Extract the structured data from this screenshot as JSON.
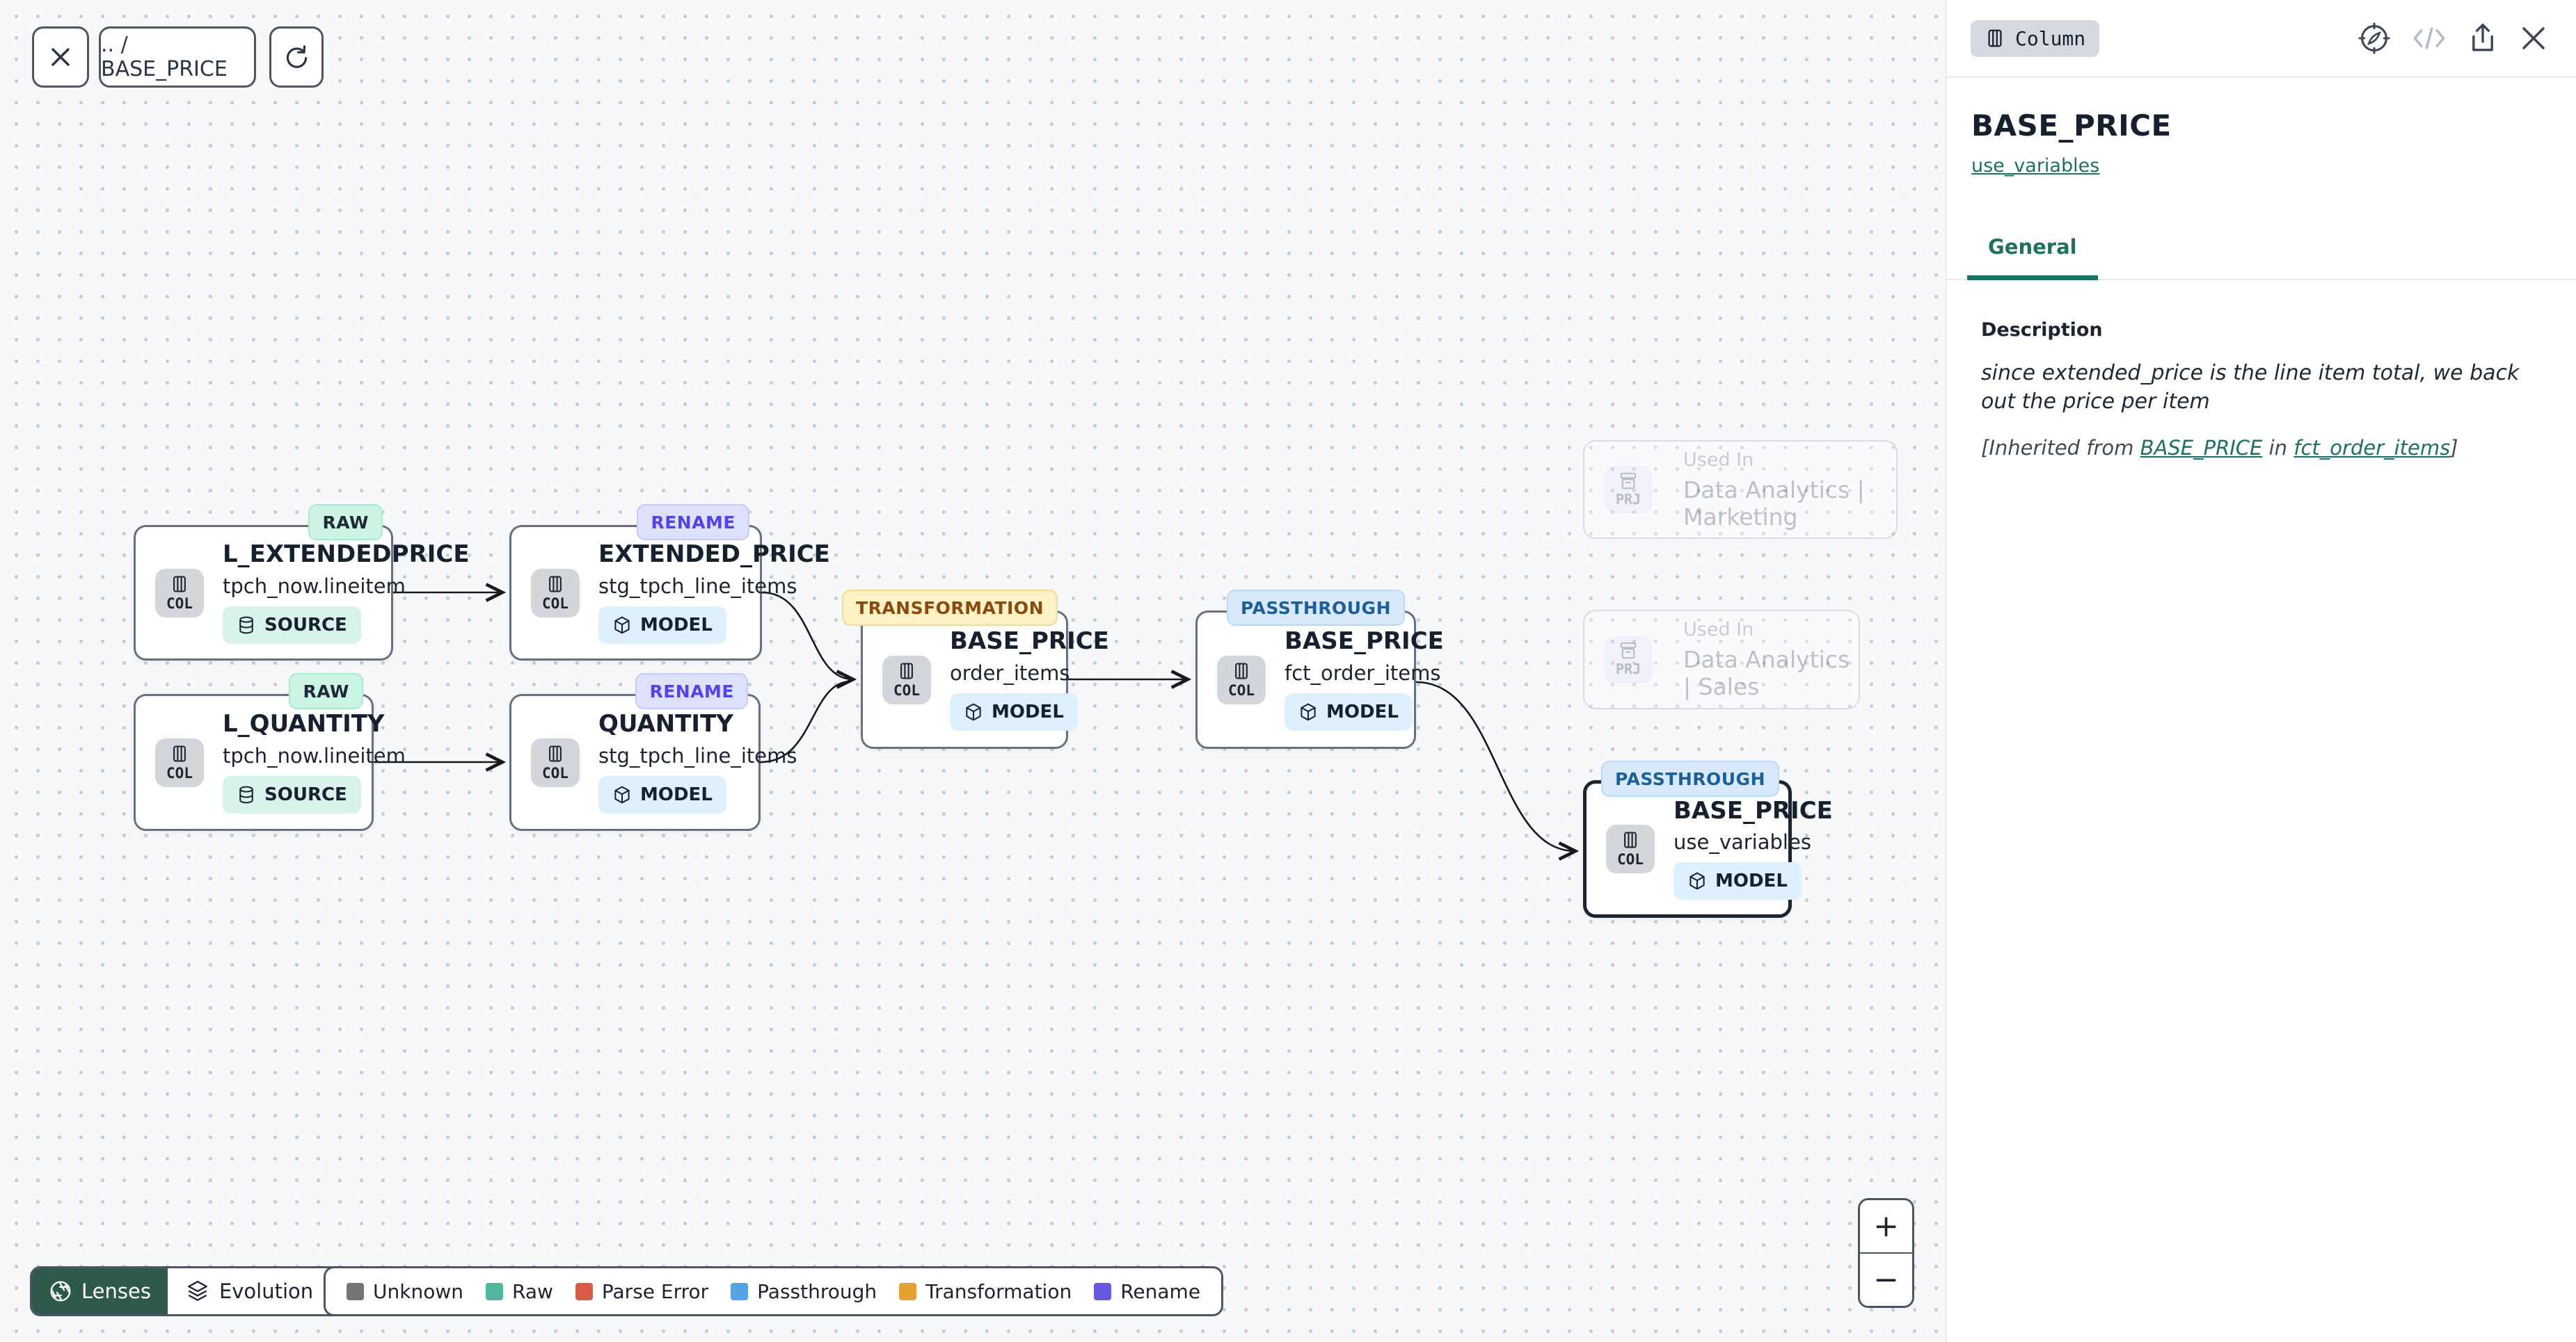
{
  "toolbar": {
    "breadcrumb": ".. / BASE_PRICE",
    "close_icon": "close-icon",
    "refresh_icon": "refresh-icon"
  },
  "panel": {
    "kind_chip": "Column",
    "title": "BASE_PRICE",
    "model_link": "use_variables",
    "tabs": [
      {
        "label": "General",
        "active": true
      }
    ],
    "header_icons": [
      "compass-icon",
      "code-icon",
      "share-icon",
      "close-icon"
    ],
    "description": {
      "heading": "Description",
      "text": "since extended_price is the line item total, we back out the price per item",
      "inherited_prefix": "[Inherited from ",
      "inherited_link_column": "BASE_PRICE",
      "inherited_mid": " in ",
      "inherited_link_model": "fct_order_items",
      "inherited_suffix": "]"
    }
  },
  "nodes": [
    {
      "title": "L_EXTENDEDPRICE",
      "subtitle": "tpch_now.lineitem",
      "badge": "RAW",
      "chip": "COL",
      "type": "SOURCE"
    },
    {
      "title": "EXTENDED_PRICE",
      "subtitle": "stg_tpch_line_items",
      "badge": "RENAME",
      "chip": "COL",
      "type": "MODEL"
    },
    {
      "title": "L_QUANTITY",
      "subtitle": "tpch_now.lineitem",
      "badge": "RAW",
      "chip": "COL",
      "type": "SOURCE"
    },
    {
      "title": "QUANTITY",
      "subtitle": "stg_tpch_line_items",
      "badge": "RENAME",
      "chip": "COL",
      "type": "MODEL"
    },
    {
      "title": "BASE_PRICE",
      "subtitle": "order_items",
      "badge": "TRANSFORMATION",
      "chip": "COL",
      "type": "MODEL"
    },
    {
      "title": "BASE_PRICE",
      "subtitle": "fct_order_items",
      "badge": "PASSTHROUGH",
      "chip": "COL",
      "type": "MODEL"
    },
    {
      "title": "BASE_PRICE",
      "subtitle": "use_variables",
      "badge": "PASSTHROUGH",
      "chip": "COL",
      "type": "MODEL",
      "selected": true
    }
  ],
  "used_in": [
    {
      "label": "Used In",
      "name": "Data Analytics | Marketing",
      "chip": "PRJ"
    },
    {
      "label": "Used In",
      "name": "Data Analytics | Sales",
      "chip": "PRJ"
    }
  ],
  "legend": {
    "lenses_label": "Lenses",
    "evolution_label": "Evolution",
    "items": [
      {
        "label": "Unknown",
        "color": "#757575"
      },
      {
        "label": "Raw",
        "color": "#52b79e"
      },
      {
        "label": "Parse Error",
        "color": "#da5948"
      },
      {
        "label": "Passthrough",
        "color": "#55a3e0"
      },
      {
        "label": "Transformation",
        "color": "#e4a233"
      },
      {
        "label": "Rename",
        "color": "#6459e0"
      }
    ]
  },
  "zoom_controls": {
    "zoom_in": "+",
    "zoom_out": "−"
  },
  "colors": {
    "accent_teal": "#1e7061",
    "lenses_button": "#2e584c",
    "badge_raw_bg": "#cdf5e3",
    "badge_rename_bg": "#dee1fc",
    "badge_transformation_bg": "#fcf2c6",
    "badge_passthrough_bg": "#d9e9fc"
  }
}
